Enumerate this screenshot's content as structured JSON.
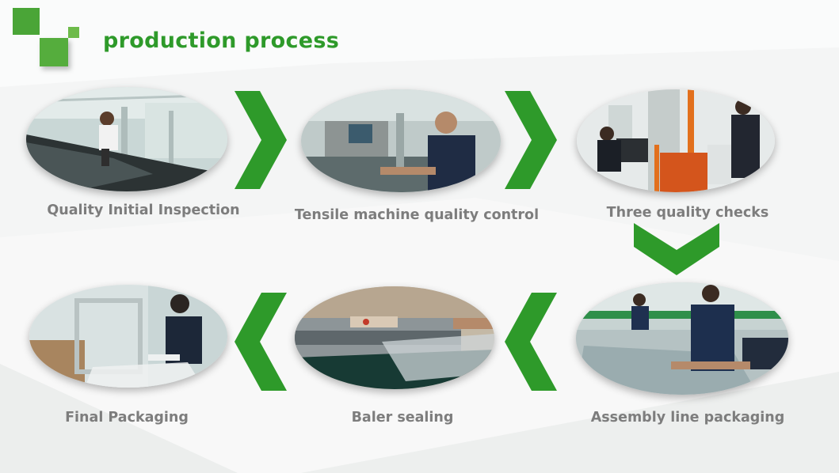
{
  "title": "production process",
  "colors": {
    "accent": "#2e9a2a",
    "caption": "#7d7d7d",
    "background": "#f4f5f5"
  },
  "steps": [
    {
      "label": "Quality Initial Inspection"
    },
    {
      "label": "Tensile machine quality control"
    },
    {
      "label": "Three quality checks"
    },
    {
      "label": "Assembly line packaging"
    },
    {
      "label": "Baler sealing"
    },
    {
      "label": "Final Packaging"
    }
  ],
  "arrows": [
    "chevron-right-icon",
    "chevron-right-icon",
    "chevron-down-icon",
    "chevron-left-icon",
    "chevron-left-icon"
  ]
}
